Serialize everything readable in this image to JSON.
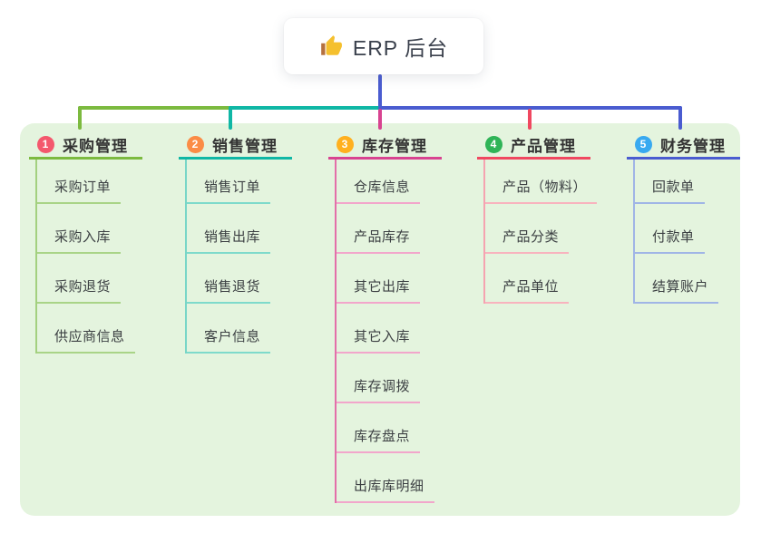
{
  "root": {
    "label": "ERP 后台",
    "icon": "thumbs-up-icon"
  },
  "branches": [
    {
      "index": "1",
      "title": "采购管理",
      "badge_color": "#F4586D",
      "line_color": "#7CBA3F",
      "rail_color": "#A3D07F",
      "child_line_color": "#A9D487",
      "children": [
        "采购订单",
        "采购入库",
        "采购退货",
        "供应商信息"
      ]
    },
    {
      "index": "2",
      "title": "销售管理",
      "badge_color": "#FB8C46",
      "line_color": "#10B7A5",
      "rail_color": "#79D6C7",
      "child_line_color": "#7EDACB",
      "children": [
        "销售订单",
        "销售出库",
        "销售退货",
        "客户信息"
      ]
    },
    {
      "index": "3",
      "title": "库存管理",
      "badge_color": "#FFB01F",
      "line_color": "#D84390",
      "rail_color": "#E36FA9",
      "child_line_color": "#F2A6CB",
      "children": [
        "仓库信息",
        "产品库存",
        "其它出库",
        "其它入库",
        "库存调拨",
        "库存盘点",
        "出库库明细"
      ]
    },
    {
      "index": "4",
      "title": "产品管理",
      "badge_color": "#2FB457",
      "line_color": "#F04860",
      "rail_color": "#F5A3B0",
      "child_line_color": "#F8B3BE",
      "children": [
        "产品（物料）",
        "产品分类",
        "产品单位"
      ]
    },
    {
      "index": "5",
      "title": "财务管理",
      "badge_color": "#38A9F0",
      "line_color": "#4A5CD0",
      "rail_color": "#A0B5E6",
      "child_line_color": "#A0B5E6",
      "children": [
        "回款单",
        "付款单",
        "结算账户"
      ]
    }
  ],
  "colors": {
    "page_bg": "#FFFFFF",
    "canvas_bg": "#E4F4DE",
    "root_stem": "#4A5CD0",
    "root_text": "#3B414D",
    "branch_title_text": "#333333",
    "child_text": "#3C4043",
    "thumb_hand": "#F5C02E",
    "thumb_cuff": "#B5713F"
  }
}
